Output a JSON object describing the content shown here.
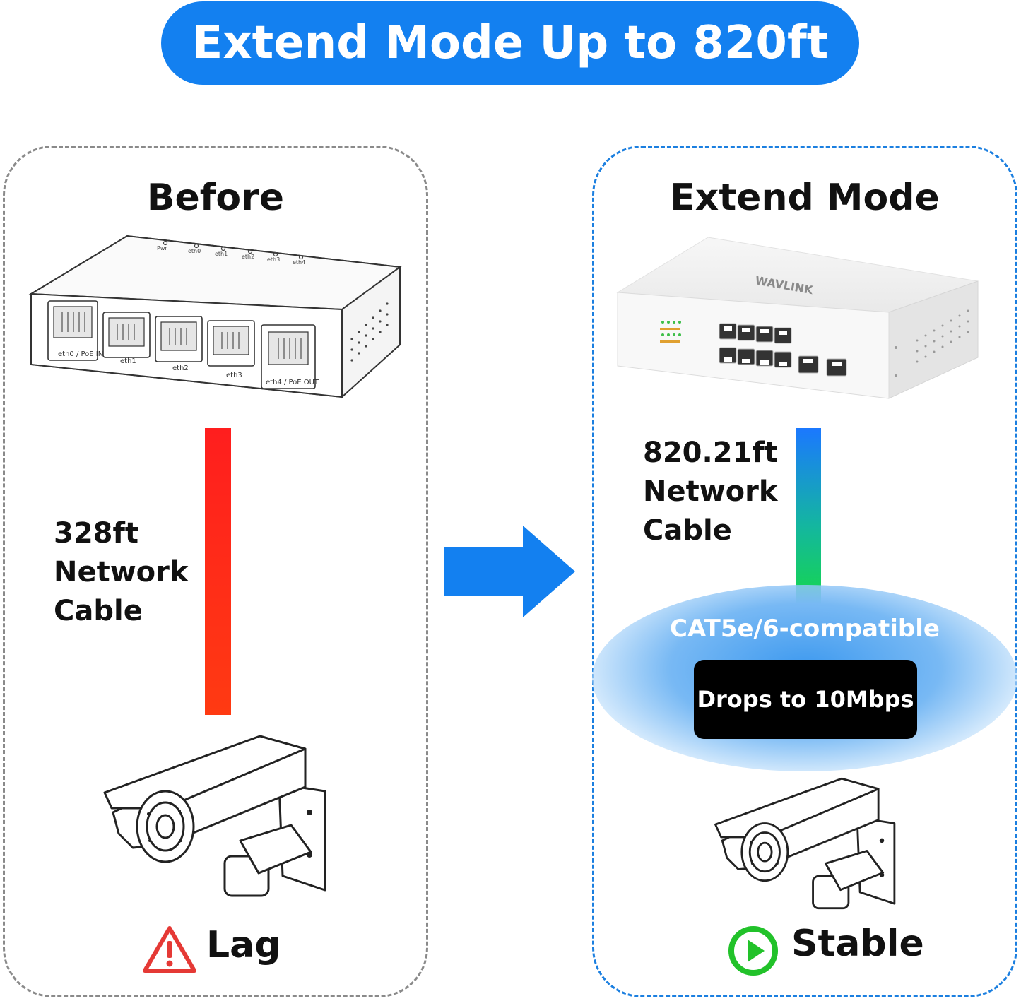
{
  "banner": {
    "title": "Extend Mode Up to 820ft"
  },
  "before": {
    "heading": "Before",
    "switch_ports": [
      "eth0 / PoE IN",
      "eth1",
      "eth2",
      "eth3",
      "eth4 / PoE OUT"
    ],
    "switch_leds": [
      "Pwr",
      "eth0",
      "eth1",
      "eth2",
      "eth3",
      "eth4"
    ],
    "cable_label": {
      "line1": "328ft",
      "line2": "Network",
      "line3": "Cable"
    },
    "cable_color": "#ff2a18",
    "status": {
      "icon": "warning-icon",
      "text": "Lag",
      "color": "#e53935"
    }
  },
  "extend": {
    "heading": "Extend Mode",
    "brand_logo": "WAVLINK",
    "cable_label": {
      "line1": "820.21ft",
      "line2": "Network",
      "line3": "Cable"
    },
    "compat_text": "CAT5e/6-compatible",
    "speed_badge": "Drops to 10Mbps",
    "status": {
      "icon": "play-circle-icon",
      "text": "Stable",
      "color": "#22c22a"
    }
  },
  "colors": {
    "accent": "#1380f0",
    "arrow": "#1380f0"
  }
}
